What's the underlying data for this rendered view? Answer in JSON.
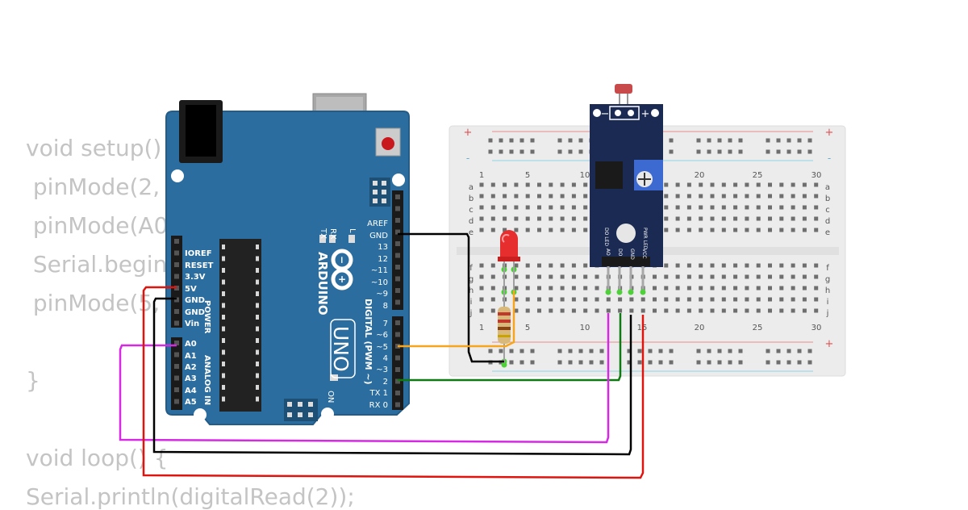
{
  "code_lines": [
    "void setup() {",
    " pinMode(2, INPUT);",
    " pinMode(A0, INPUT);",
    " Serial.begin(9600);",
    " pinMode(5, OUTPUT);",
    "",
    "}",
    "",
    "void loop() {",
    "Serial.println(digitalRead(2));"
  ],
  "arduino": {
    "brand": "ARDUINO",
    "model": "UNO",
    "on_label": "ON",
    "tx_label": "TX",
    "rx_label": "RX",
    "l_label": "L",
    "digital_label": "DIGITAL (PWM ~)",
    "power_label": "POWER",
    "analog_label": "ANALOG IN",
    "power_pins": [
      "IOREF",
      "RESET",
      "3.3V",
      "5V",
      "GND",
      "GND",
      "Vin"
    ],
    "analog_pins": [
      "A0",
      "A1",
      "A2",
      "A3",
      "A4",
      "A5"
    ],
    "digital_pins_top": [
      "AREF",
      "GND",
      "13",
      "12",
      "~11",
      "~10",
      "~9",
      "8"
    ],
    "digital_pins_bottom": [
      "7",
      "~6",
      "~5",
      "4",
      "~3",
      "2",
      "TX 1",
      "RX 0"
    ],
    "colors": {
      "board": "#2b6d9e",
      "board_dark": "#235a84"
    }
  },
  "breadboard": {
    "column_labels": [
      "1",
      "5",
      "10",
      "15",
      "20",
      "25",
      "30"
    ],
    "row_labels_top": [
      "a",
      "b",
      "c",
      "d",
      "e"
    ],
    "row_labels_bottom": [
      "f",
      "g",
      "h",
      "i",
      "j"
    ],
    "plus": "+",
    "minus": "-"
  },
  "sensor": {
    "pins": [
      "AO",
      "DO",
      "GND",
      "VCC"
    ],
    "led_labels": [
      "DO LED",
      "PWR LED"
    ],
    "colors": {
      "board": "#1b2a52"
    }
  },
  "wire_colors": {
    "black": "#000000",
    "red": "#e0140e",
    "magenta": "#d629e3",
    "green": "#0f7a12",
    "orange": "#f6a51c"
  }
}
